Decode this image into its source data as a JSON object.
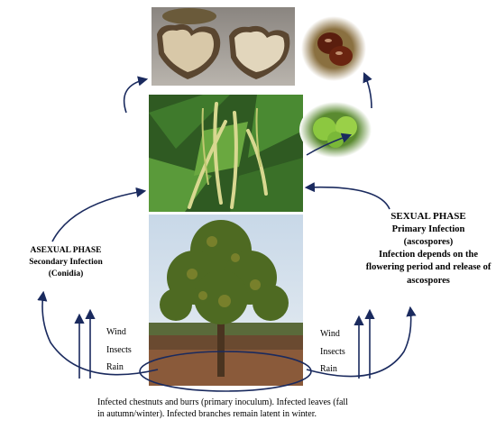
{
  "asexual": {
    "title": "ASEXUAL PHASE",
    "line1": "Secondary Infection",
    "line2": "(Conidia)"
  },
  "sexual": {
    "title": "SEXUAL PHASE",
    "line1": "Primary Infection",
    "line2": "(ascospores)",
    "line3": "Infection depends on the",
    "line4": "flowering period and release of",
    "line5": "ascospores"
  },
  "vectors_left": [
    "Wind",
    "Insects",
    "Rain"
  ],
  "vectors_right": [
    "Wind",
    "Insects",
    "Rain"
  ],
  "caption": {
    "line1": "Infected chestnuts and burrs (primary inoculum). Infected leaves (fall",
    "line2": "in autumn/winter). Infected branches remain latent in winter."
  },
  "colors": {
    "arrow": "#1a2a5e",
    "ellipse": "#1a2a5e"
  },
  "photos": [
    "cut-chestnuts-photo",
    "flowering-branch-photo",
    "chestnut-tree-photo",
    "chestnuts-in-burr-photo",
    "green-burrs-photo"
  ]
}
